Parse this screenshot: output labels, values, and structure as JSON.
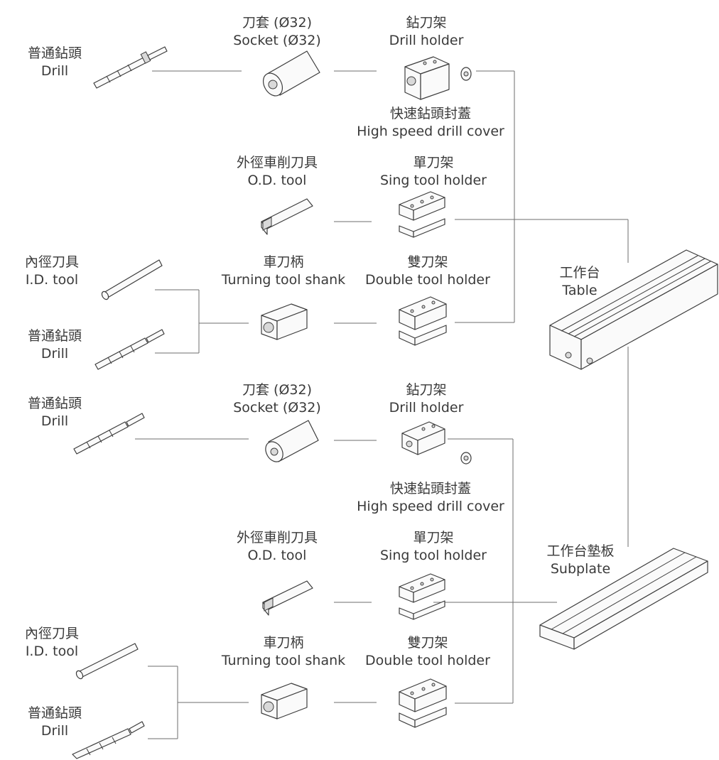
{
  "labels": {
    "drill_1": {
      "zh": "普通鉆頭",
      "en": "Drill"
    },
    "socket_1": {
      "zh": "刀套 (Ø32)",
      "en": "Socket  (Ø32)"
    },
    "drill_holder_1": {
      "zh": "鉆刀架",
      "en": "Drill holder"
    },
    "cover_1": {
      "zh": "快速鉆頭封蓋",
      "en": "High speed drill cover"
    },
    "od_tool_1": {
      "zh": "外徑車削刀具",
      "en": "O.D. tool"
    },
    "sing_holder_1": {
      "zh": "單刀架",
      "en": "Sing tool holder"
    },
    "id_tool_1": {
      "zh": "內徑刀具",
      "en": "I.D. tool"
    },
    "shank_1": {
      "zh": "車刀柄",
      "en": "Turning tool shank"
    },
    "double_holder_1": {
      "zh": "雙刀架",
      "en": "Double tool holder"
    },
    "drill_2": {
      "zh": "普通鉆頭",
      "en": "Drill"
    },
    "table": {
      "zh": "工作台",
      "en": "Table"
    },
    "drill_3": {
      "zh": "普通鉆頭",
      "en": "Drill"
    },
    "socket_2": {
      "zh": "刀套 (Ø32)",
      "en": "Socket  (Ø32)"
    },
    "drill_holder_2": {
      "zh": "鉆刀架",
      "en": "Drill holder"
    },
    "cover_2": {
      "zh": "快速鉆頭封蓋",
      "en": "High speed drill cover"
    },
    "od_tool_2": {
      "zh": "外徑車削刀具",
      "en": "O.D. tool"
    },
    "sing_holder_2": {
      "zh": "單刀架",
      "en": "Sing tool holder"
    },
    "subplate": {
      "zh": "工作台墊板",
      "en": "Subplate"
    },
    "id_tool_2": {
      "zh": "內徑刀具",
      "en": "I.D. tool"
    },
    "shank_2": {
      "zh": "車刀柄",
      "en": "Turning tool shank"
    },
    "double_holder_2": {
      "zh": "雙刀架",
      "en": "Double tool holder"
    },
    "drill_4": {
      "zh": "普通鉆頭",
      "en": "Drill"
    }
  },
  "colors": {
    "line": "#6e6e6e",
    "text": "#3a3a3a",
    "part_stroke": "#3c3c3c"
  }
}
